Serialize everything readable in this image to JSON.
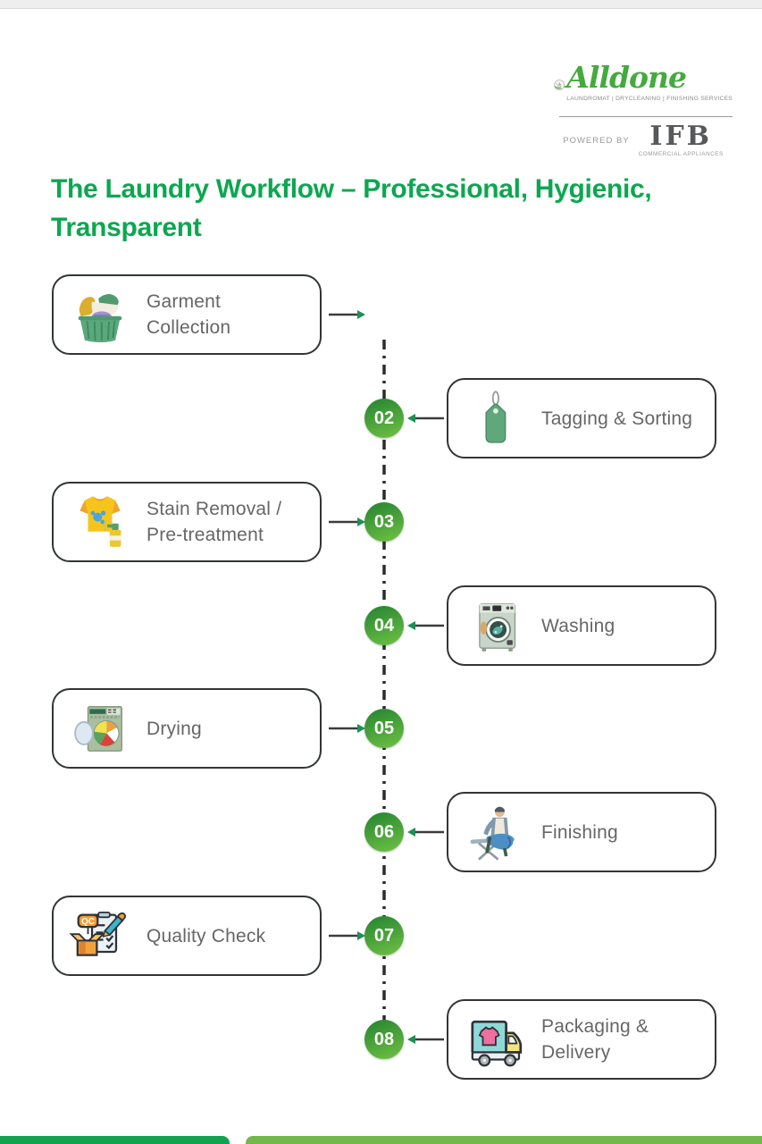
{
  "header": {
    "top_strip_color": "#eeeeee"
  },
  "logo": {
    "brand": "Alldone",
    "services_tagline": "LAUNDROMAT  |  DRYCLEANING  |  FINISHING SERVICES",
    "powered_by_label": "POWERED BY",
    "partner_brand": "IFB",
    "partner_brand_sub": "COMMERCIAL APPLIANCES",
    "brand_green": "#45aa3e"
  },
  "title": {
    "line1": "The Laundry Workflow – Professional, Hygienic,",
    "line2": "Transparent",
    "color": "#0ca750"
  },
  "workflow": {
    "line_color": "#2b2b2b",
    "circle_gradient_top": "#2f8c33",
    "circle_gradient_bottom": "#69bc42",
    "qc_badge_text": "QC",
    "steps": [
      {
        "number": "",
        "icon": "laundry-basket-icon",
        "side": "left",
        "lines": [
          "Garment",
          "Collection"
        ]
      },
      {
        "number": "02",
        "icon": "tag-icon",
        "side": "right",
        "lines": [
          "Tagging & Sorting"
        ]
      },
      {
        "number": "03",
        "icon": "stain-spray-icon",
        "side": "left",
        "lines": [
          "Stain Removal /",
          "Pre-treatment"
        ]
      },
      {
        "number": "04",
        "icon": "washing-machine-icon",
        "side": "right",
        "lines": [
          "Washing"
        ]
      },
      {
        "number": "05",
        "icon": "dryer-icon",
        "side": "left",
        "lines": [
          "Drying"
        ]
      },
      {
        "number": "06",
        "icon": "ironing-icon",
        "side": "right",
        "lines": [
          "Finishing"
        ]
      },
      {
        "number": "07",
        "icon": "quality-check-icon",
        "side": "left",
        "lines": [
          "Quality Check"
        ]
      },
      {
        "number": "08",
        "icon": "delivery-truck-icon",
        "side": "right",
        "lines": [
          "Packaging &",
          "Delivery"
        ]
      }
    ]
  },
  "footer": {
    "left_bar_color": "#12a251",
    "right_bar_color": "#74b74b"
  }
}
